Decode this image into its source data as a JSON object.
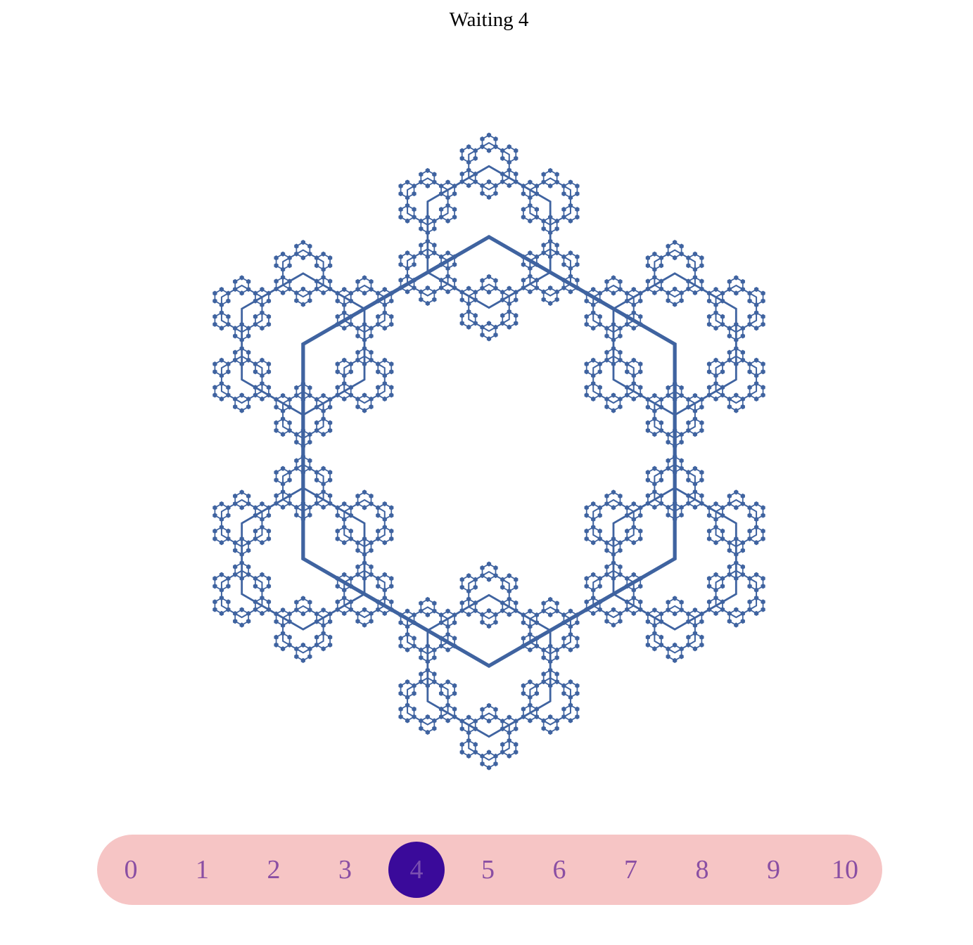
{
  "title": "Waiting 4",
  "fractal": {
    "depth": 4,
    "stroke_color": "#3f63a0"
  },
  "level_selector": {
    "levels": [
      "0",
      "1",
      "2",
      "3",
      "4",
      "5",
      "6",
      "7",
      "8",
      "9",
      "10"
    ],
    "selected": "4",
    "bar_color": "#f6c5c5",
    "selected_color": "#3a0a9a",
    "label_color": "#8a4fa3"
  }
}
